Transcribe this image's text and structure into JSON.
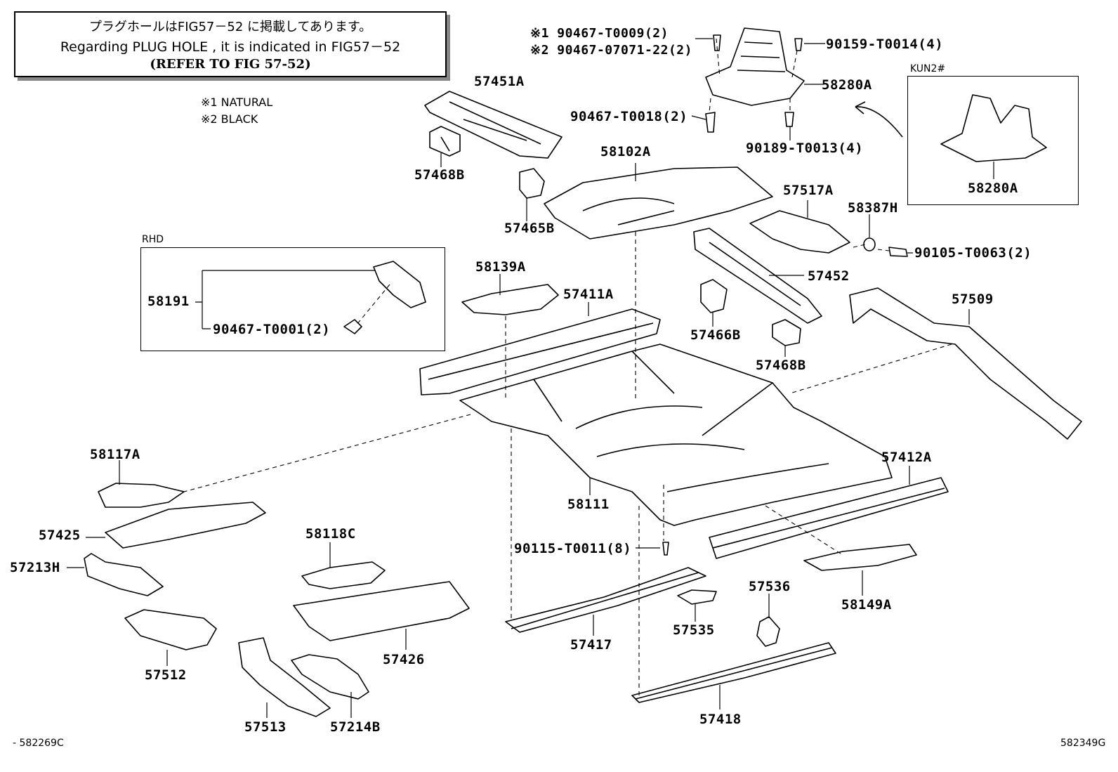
{
  "note": {
    "line1": "プラグホールはFIG57－52 に掲載してあります。",
    "line2": "Regarding  PLUG HOLE , it is indicated  in  FIG57－52",
    "line3": "(REFER TO FIG 57-52)"
  },
  "legend": {
    "natural": "※1  NATURAL",
    "black": "※2  BLACK"
  },
  "boxes": {
    "rhd": "RHD",
    "kun2": "KUN2#"
  },
  "parts": {
    "p57451A": "57451A",
    "p57468B_top": "57468B",
    "p57465B": "57465B",
    "p58102A": "58102A",
    "p90467T0009": "※1 90467-T0009(2)",
    "p90467_07071": "※2 90467-07071-22(2)",
    "p90159": "90159-T0014(4)",
    "p58280A": "58280A",
    "p90467T0018": "90467-T0018(2)",
    "p90189": "90189-T0013(4)",
    "p58280A_kun": "58280A",
    "p57517A": "57517A",
    "p58387H": "58387H",
    "p90105": "90105-T0063(2)",
    "p57452": "57452",
    "p57466B": "57466B",
    "p57468B_mid": "57468B",
    "p57509": "57509",
    "p58191": "58191",
    "p90467T0001": "90467-T0001(2)",
    "p58139A": "58139A",
    "p57411A": "57411A",
    "p58117A": "58117A",
    "p57425": "57425",
    "p57213H": "57213H",
    "p58111": "58111",
    "p57412A": "57412A",
    "p58118C": "58118C",
    "p90115": "90115-T0011(8)",
    "p57536": "57536",
    "p58149A": "58149A",
    "p57512": "57512",
    "p57426": "57426",
    "p57417": "57417",
    "p57535": "57535",
    "p57513": "57513",
    "p57214B": "57214B",
    "p57418": "57418"
  },
  "figure_ids": {
    "left": "- 582269C",
    "right": "582349G"
  }
}
